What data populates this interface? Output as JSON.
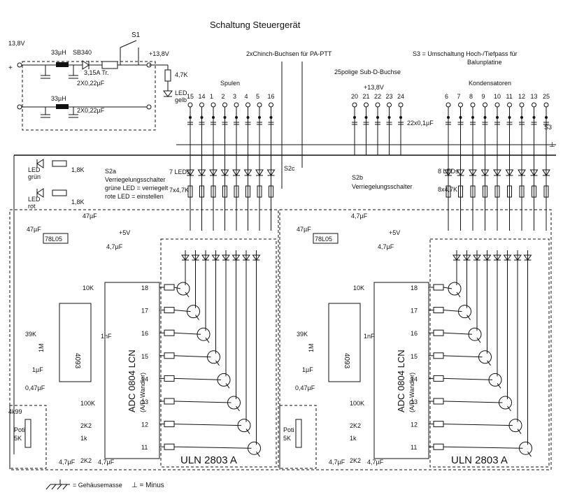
{
  "title": "Schaltung Steuergerät",
  "power": {
    "input_voltage": "13,8V",
    "plus": "+",
    "choke": "33µH",
    "diode": "SB340",
    "fuse": "3,15A Tr.",
    "cap_pair": "2X0,22µF",
    "switch_s1": "S1",
    "rail_13v8": "+13,8V",
    "rail_13v8_plain": "+13,8V",
    "led_resistor": "4,7K",
    "led_yellow": "LED",
    "led_yellow_color": "gelb",
    "rail_5v": "+5V"
  },
  "connectors": {
    "chinch": "2xChinch-Buchsen für PA-PTT",
    "subd": "25polige Sub-D-Buchse"
  },
  "notes": {
    "s3_line1": "S3 = Umschaltung Hoch-/Tiefpass für",
    "s3_line2": "Balunplatine",
    "s3": "S3"
  },
  "sections": {
    "coils": "Spulen",
    "capacitors": "Kondensatoren",
    "coil_leds": "7 LEDs",
    "coil_resistors": "7x4,7K",
    "cap_leds": "8 LEDs",
    "cap_resistors": "8x4,7K",
    "decoupling": "22x0,1µF"
  },
  "pins": {
    "coils": [
      "15",
      "14",
      "1",
      "2",
      "3",
      "4",
      "5",
      "16"
    ],
    "subd": [
      "20",
      "21",
      "22",
      "23",
      "24"
    ],
    "capacitors": [
      "6",
      "7",
      "8",
      "9",
      "10",
      "11",
      "12",
      "13",
      "25"
    ]
  },
  "switches": {
    "s2a": "S2a",
    "s2b": "S2b",
    "s2c": "S2c",
    "lock_switch": "Verriegelungsschalter",
    "green_note": "grüne LED = verriegelt",
    "red_note": "rote LED    = einstellen",
    "led": "LED",
    "green": "grün",
    "red": "rot",
    "res_1k8": "1,8K"
  },
  "chips": {
    "adc": "ADC 0804 LCN",
    "adc_sub": "(A/D-Wandler)",
    "uln": "ULN 2803 A",
    "gate": "4093",
    "regulator": "78L05"
  },
  "adc_pins": [
    "18",
    "17",
    "16",
    "15",
    "14",
    "13",
    "12",
    "11"
  ],
  "parts": {
    "c47u": "47µF",
    "c4u7": "4,7µF",
    "r10k": "10K",
    "c1n": "1nF",
    "r39k": "39K",
    "r1m": "1M",
    "c1u": "1µF",
    "c047u": "0,47µF",
    "r100k": "100K",
    "r2k2": "2K2",
    "r1k": "1k",
    "r4k99": "4k99",
    "poti": "Poti",
    "poti_value": "5K"
  },
  "legend": {
    "chassis": "= Gehäusemasse",
    "minus": "⊥ = Minus",
    "minus_symbol": "⊥"
  }
}
